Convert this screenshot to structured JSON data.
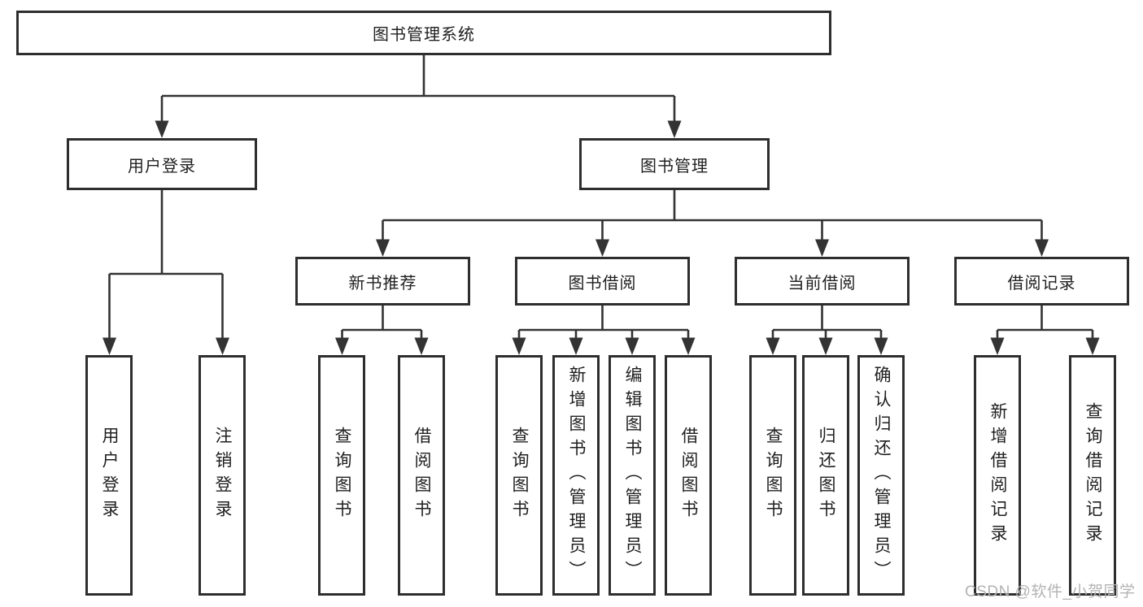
{
  "root": {
    "label": "图书管理系统"
  },
  "level2": [
    {
      "label": "用户登录"
    },
    {
      "label": "图书管理"
    }
  ],
  "level3": [
    {
      "label": "新书推荐"
    },
    {
      "label": "图书借阅"
    },
    {
      "label": "当前借阅"
    },
    {
      "label": "借阅记录"
    }
  ],
  "leaves": [
    {
      "label": "用户登录",
      "parent": "用户登录"
    },
    {
      "label": "注销登录",
      "parent": "用户登录"
    },
    {
      "label": "查询图书",
      "parent": "新书推荐"
    },
    {
      "label": "借阅图书",
      "parent": "新书推荐"
    },
    {
      "label": "查询图书",
      "parent": "图书借阅"
    },
    {
      "label": "新增图书（管理员）",
      "parent": "图书借阅"
    },
    {
      "label": "编辑图书（管理员）",
      "parent": "图书借阅"
    },
    {
      "label": "借阅图书",
      "parent": "图书借阅"
    },
    {
      "label": "查询图书",
      "parent": "当前借阅"
    },
    {
      "label": "归还图书",
      "parent": "当前借阅"
    },
    {
      "label": "确认归还（管理员）",
      "parent": "当前借阅"
    },
    {
      "label": "新增借阅记录",
      "parent": "借阅记录"
    },
    {
      "label": "查询借阅记录",
      "parent": "借阅记录"
    }
  ],
  "watermark": "CSDN @软件_小贺同学",
  "colors": {
    "line": "#333333",
    "border": "#2e2e2e",
    "text": "#1f1f1f",
    "watermark_text": "#b3b3b3",
    "background": "#ffffff"
  }
}
